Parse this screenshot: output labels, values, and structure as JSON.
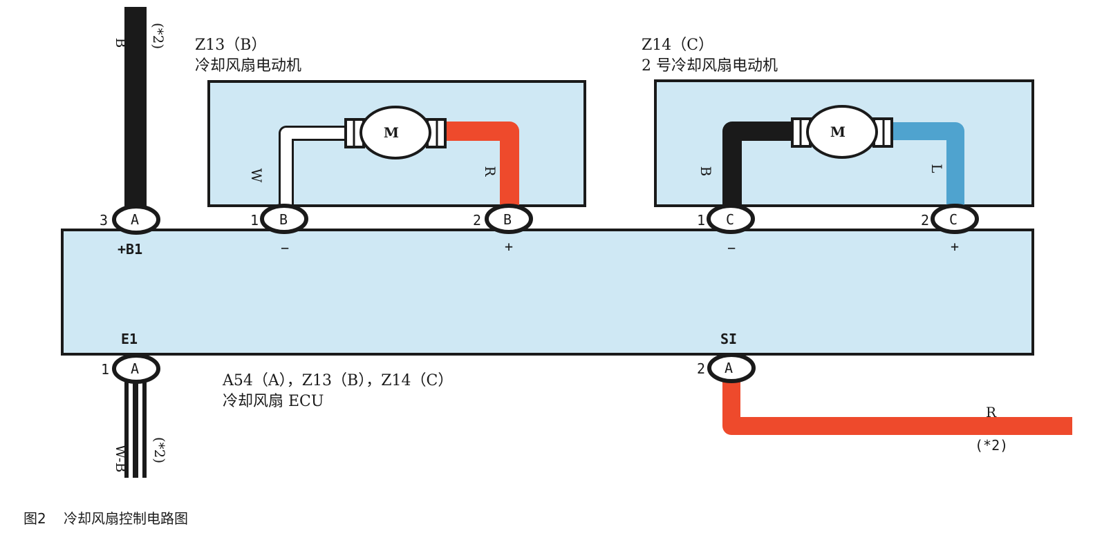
{
  "colors": {
    "box_fill": "#cfe8f4",
    "box_stroke": "#1a1a1a",
    "wire_black": "#1a1a1a",
    "wire_red": "#ee4a2c",
    "wire_blue": "#4fa3cf",
    "wire_white": "#ffffff"
  },
  "icons": {
    "motor": "motor-icon",
    "connector": "connector-pin-icon"
  },
  "motor1": {
    "title": "Z13（B）",
    "name": "冷却风扇电动机",
    "symbol": "M",
    "wire_left": "W",
    "wire_right": "R",
    "pin_left": {
      "num": "1",
      "letter": "B"
    },
    "pin_right": {
      "num": "2",
      "letter": "B"
    }
  },
  "motor2": {
    "title": "Z14（C）",
    "name": "2 号冷却风扇电动机",
    "symbol": "M",
    "wire_left": "B",
    "wire_right": "L",
    "pin_left": {
      "num": "1",
      "letter": "C"
    },
    "pin_right": {
      "num": "2",
      "letter": "C"
    }
  },
  "ecu": {
    "title": "A54（A），Z13（B），Z14（C）",
    "name": "冷却风扇 ECU",
    "terminal_b1": "+B1",
    "terminal_e1": "E1",
    "terminal_si": "SI",
    "minus1": "−",
    "plus1": "+",
    "minus2": "−",
    "plus2": "+",
    "pin_b1": {
      "num": "3",
      "letter": "A"
    },
    "pin_e1": {
      "num": "1",
      "letter": "A"
    },
    "pin_si": {
      "num": "2",
      "letter": "A"
    }
  },
  "wires": {
    "top_color": "B",
    "top_note": "(*2)",
    "ground_color": "W-B",
    "ground_note": "(*2)",
    "si_color": "R",
    "si_note": "(*2)"
  },
  "caption": {
    "figure": "图2",
    "text": "冷却风扇控制电路图"
  }
}
